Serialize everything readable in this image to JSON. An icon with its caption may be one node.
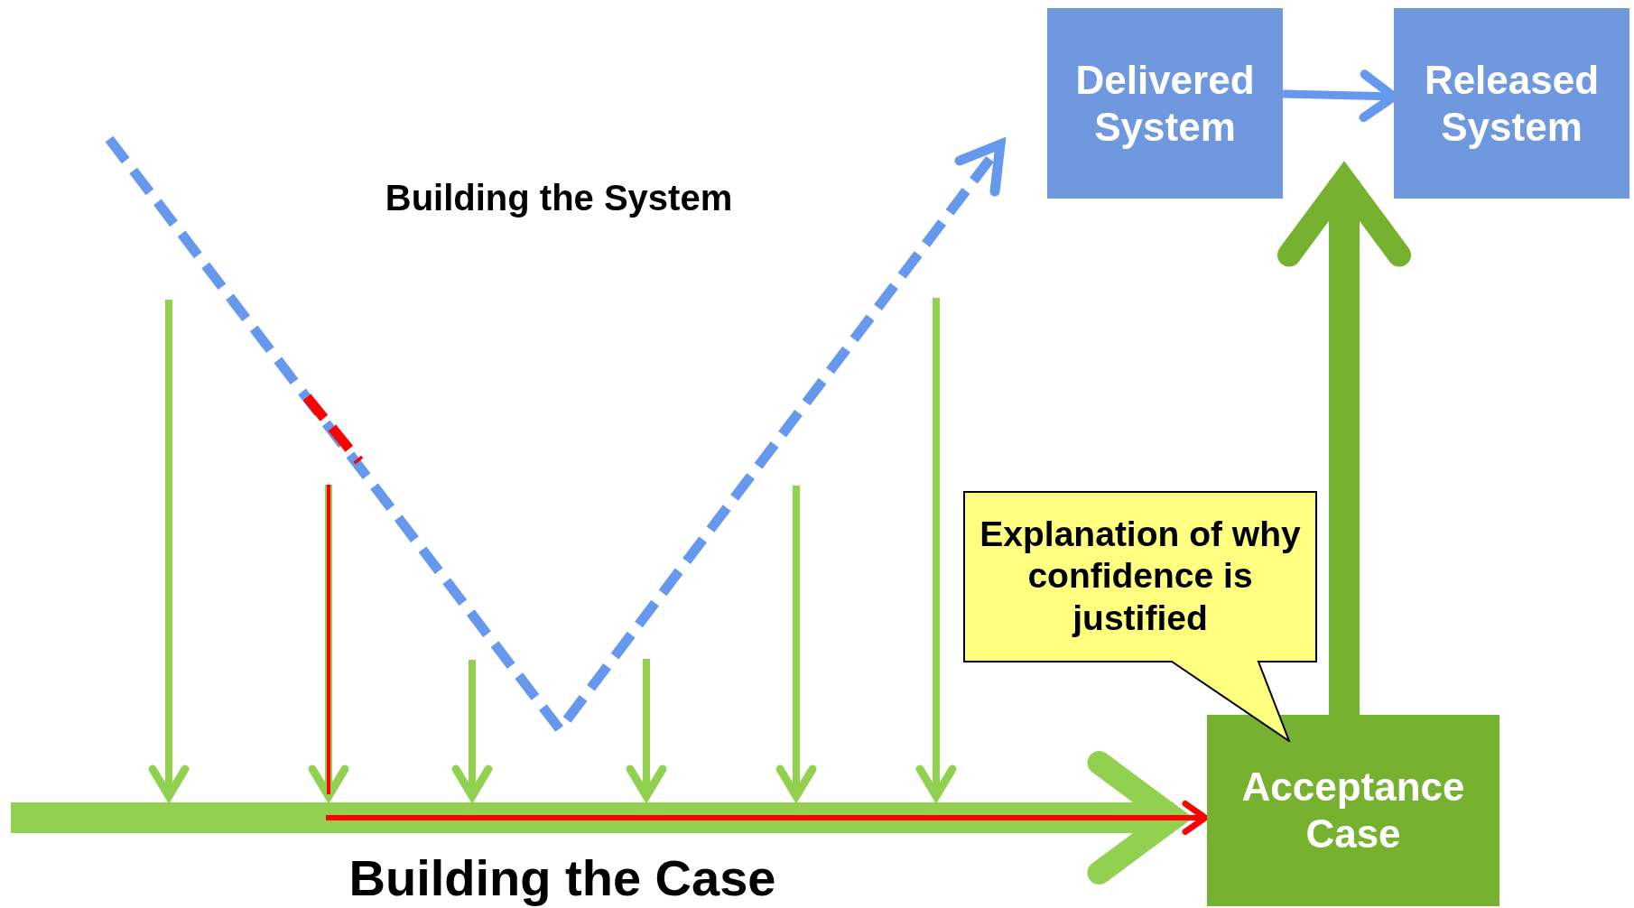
{
  "diagram": {
    "nodes": [
      {
        "text": [
          "Delivered System"
        ]
      },
      {
        "text": [
          "Released System"
        ]
      },
      {
        "text": [
          "Acceptance Case"
        ]
      },
      {
        "text": [
          "Explanation of why confidence is justified"
        ]
      }
    ],
    "edges": [
      {
        "from": 0,
        "to": 1,
        "arrow": "to",
        "color": "#6699ee"
      },
      {
        "from": 2,
        "to": 1,
        "arrow": "to",
        "style": "thick",
        "color": "#76b130"
      },
      {
        "from": null,
        "to": 2,
        "arrow": "to",
        "style": "thick",
        "color": "#92d050"
      },
      {
        "from": null,
        "to": 2,
        "arrow": "to",
        "color": "#ff0000"
      }
    ],
    "labels": [
      "Building the System",
      "Building the Case"
    ]
  }
}
